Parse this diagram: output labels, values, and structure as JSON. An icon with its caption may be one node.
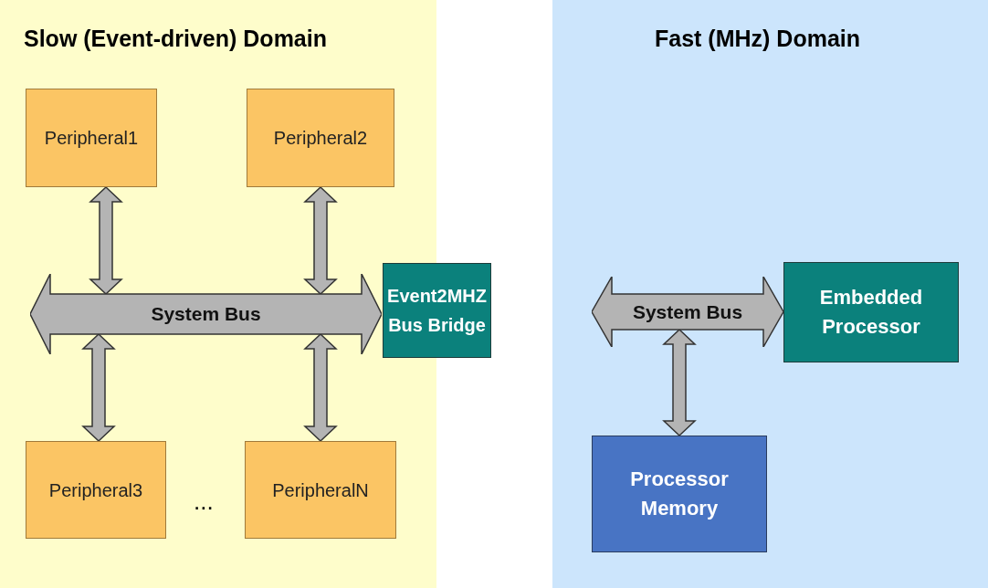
{
  "diagram": {
    "nodes": [
      {
        "text": [
          "Slow (Event-driven) Domain"
        ]
      },
      {
        "text": [
          "Peripheral1"
        ],
        "in": 0
      },
      {
        "text": [
          "Peripheral2"
        ],
        "in": 0
      },
      {
        "text": [
          "System Bus"
        ],
        "in": 0
      },
      {
        "text": [
          "Peripheral3"
        ],
        "in": 0
      },
      {
        "text": [
          "PeripheralN"
        ],
        "in": 0
      },
      {
        "text": [
          "Fast (MHz) Domain"
        ]
      },
      {
        "text": [
          "Event2MHZ Bus Bridge"
        ]
      },
      {
        "text": [
          "System Bus"
        ],
        "in": 6
      },
      {
        "text": [
          "Embedded Processor"
        ],
        "in": 6
      },
      {
        "text": [
          "Processor Memory"
        ],
        "in": 6
      }
    ],
    "edges": [
      {
        "from": 1,
        "to": 3,
        "arrow": "both"
      },
      {
        "from": 2,
        "to": 3,
        "arrow": "both"
      },
      {
        "from": 4,
        "to": 3,
        "arrow": "both"
      },
      {
        "from": 5,
        "to": 3,
        "arrow": "both"
      },
      {
        "from": 10,
        "to": 8,
        "arrow": "both"
      }
    ],
    "labels": [
      "..."
    ]
  }
}
